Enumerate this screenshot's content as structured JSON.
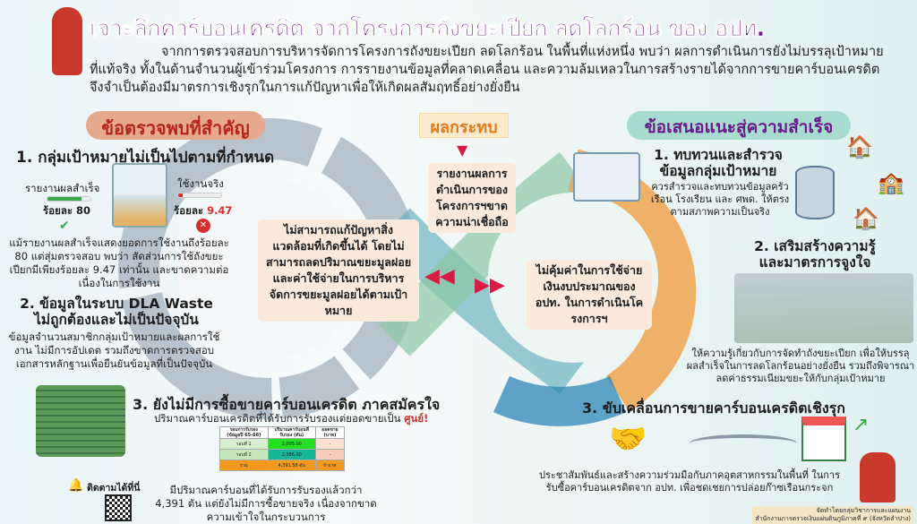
{
  "header": {
    "title": "เจาะลึกคาร์บอนเครดิต  จากโครงการถังขยะเปียก ลดโลกร้อน ของ อปท.",
    "intro": "จากการตรวจสอบการบริหารจัดการโครงการถังขยะเปียก ลดโลกร้อน ในพื้นที่แห่งหนึ่ง พบว่า ผลการดำเนินการยังไม่บรรลุเป้าหมายที่แท้จริง ทั้งในด้านจำนวนผู้เข้าร่วมโครงการ การรายงานข้อมูลที่คลาดเคลื่อน และความล้มเหลวในการสร้างรายได้จากการขายคาร์บอนเครดิต จึงจำเป็นต้องมีมาตรการเชิงรุกในการแก้ปัญหาเพื่อให้เกิดผลสัมฤทธิ์อย่างยั่งยืน"
  },
  "findings": {
    "title": "ข้อตรวจพบที่สำคัญ",
    "f1": {
      "heading": "1. กลุ่มเป้าหมายไม่เป็นไปตามที่กำหนด",
      "reported_label": "รายงานผลสำเร็จ",
      "reported_value": "ร้อยละ 80",
      "reported_pct": 80,
      "actual_label": "ใช้งานจริง",
      "actual_prefix": "ร้อยละ",
      "actual_value": "9.47",
      "actual_pct": 9.47,
      "body": "แม้รายงานผลสำเร็จแสดงยอดการใช้งานถึงร้อยละ 80 แต่สุ่มตรวจสอบ พบว่า สัดส่วนการใช้ถังขยะเปียกมีเพียงร้อยละ 9.47 เท่านั้น และขาดความต่อเนื่องในการใช้งาน"
    },
    "f2": {
      "heading1": "2. ข้อมูลในระบบ DLA Waste",
      "heading2": "ไม่ถูกต้องและไม่เป็นปัจจุบัน",
      "body": "ข้อมูลจำนวนสมาชิกกลุ่มเป้าหมายและผลการใช้งาน ไม่มีการอัปเดต รวมถึงขาดการตรวจสอบเอกสารหลักฐานเพื่อยืนยันข้อมูลที่เป็นปัจจุบัน"
    },
    "f3": {
      "heading": "3. ยังไม่มีการซื้อขายคาร์บอนเครดิต ภาคสมัครใจ",
      "sub": "ปริมาณคาร์บอนเครดิตที่ได้รับการรับรองแต่ยอดขายเป็น",
      "sub_em": "ศูนย์!",
      "table": {
        "headers": [
          "รอบการรับรอง (ข้อมูลปี 65-66)",
          "ปริมาณคาร์บอนที่รับรอง (ตัน)",
          "ยอดขาย (บาท)"
        ],
        "rows": [
          [
            "รอบที่ 1",
            "2,005.00",
            "-"
          ],
          [
            "รอบที่ 2",
            "2,386.00",
            "-"
          ],
          [
            "รวม",
            "4,391.58 ตัน",
            "0 บาท"
          ]
        ]
      },
      "body": "มีปริมาณคาร์บอนที่ได้รับการรับรองแล้วกว่า 4,391 ตัน แต่ยังไม่มีการซื้อขายจริง เนื่องจากขาดความเข้าใจในกระบวนการ"
    },
    "follow": "ติดตามได้ที่นี่"
  },
  "impact": {
    "title": "ผลกระทบ",
    "center": "รายงานผลการดำเนินการของโครงการฯขาดความน่าเชื่อถือ",
    "left": "ไม่สามารถแก้ปัญหาสิ่งแวดล้อมที่เกิดขึ้นได้ โดยไม่สามารถลดปริมาณขยะมูลฝอย และค่าใช้จ่ายในการบริหารจัดการขยะมูลฝอยได้ตามเป้าหมาย",
    "right": "ไม่คุ้มค่าในการใช้จ่ายเงินงบประมาณของ อปท. ในการดำเนินโครงการฯ"
  },
  "recommendations": {
    "title": "ข้อเสนอแนะสู่ความสำเร็จ",
    "r1": {
      "heading1": "1. ทบทวนและสำรวจ",
      "heading2": "ข้อมูลกลุ่มเป้าหมาย",
      "body": "ควรสำรวจและทบทวนข้อมูลครัวเรือน โรงเรียน และ ศพด. ให้ตรงตามสภาพความเป็นจริง"
    },
    "r2": {
      "heading1": "2. เสริมสร้างความรู้",
      "heading2": "และมาตรการจูงใจ",
      "body": "ให้ความรู้เกี่ยวกับการจัดทำถังขยะเปียก เพื่อให้บรรลุผลสำเร็จในการลดโลกร้อนอย่างยั่งยืน รวมถึงพิจารณาลดค่าธรรมเนียมขยะให้กับกลุ่มเป้าหมาย"
    },
    "r3": {
      "heading": "3. ขับเคลื่อนการขายคาร์บอนเครดิตเชิงรุก",
      "body": "ประชาสัมพันธ์และสร้างความร่วมมือกับภาคอุตสาหกรรมในพื้นที่ ในการรับซื้อคาร์บอนเครดิตจาก อปท. เพื่อชดเชยการปล่อยก๊าซเรือนกระจก"
    }
  },
  "footer": {
    "line1": "จัดทำโดยกลุ่มวิชาการและแผนงาน",
    "line2": "สำนักงานการตรวจเงินแผ่นดินภูมิภาคที่ ๙ (จังหวัดลำปาง)"
  },
  "colors": {
    "purple": "#6a1a8a",
    "red": "#d32f2f",
    "green": "#3aa64a"
  }
}
